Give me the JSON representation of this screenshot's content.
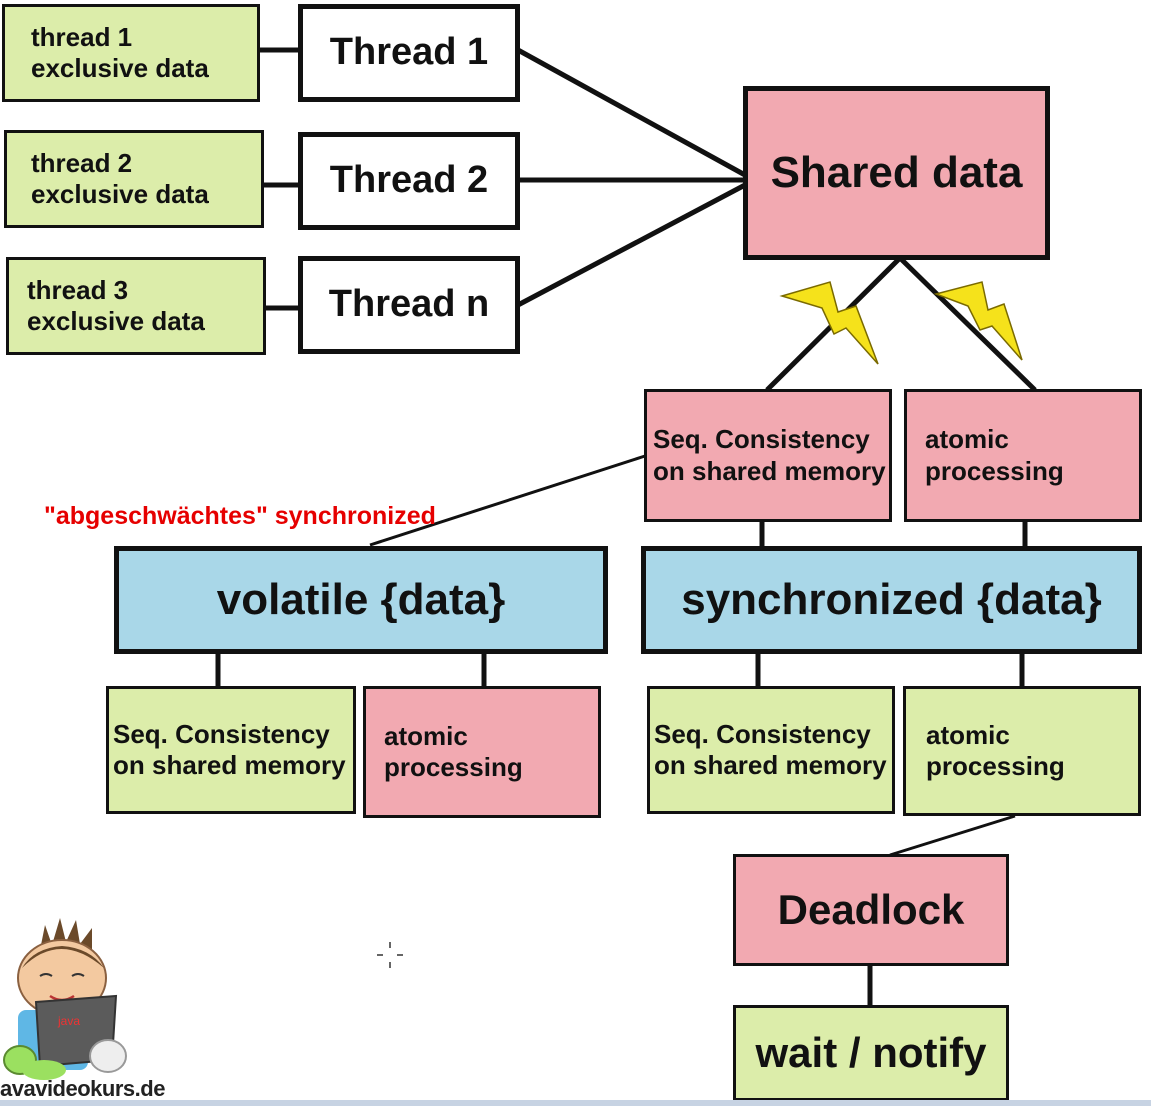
{
  "threads": [
    {
      "exclusive": "thread 1\nexclusive data",
      "name": "Thread 1"
    },
    {
      "exclusive": "thread 2\nexclusive data",
      "name": "Thread 2"
    },
    {
      "exclusive": "thread 3\nexclusive data",
      "name": "Thread n"
    }
  ],
  "shared": "Shared data",
  "seq_consistency": "Seq. Consistency\non shared memory",
  "atomic": "atomic\nprocessing",
  "volatile": "volatile {data}",
  "synchronized": "synchronized {data}",
  "annotation": "\"abgeschwächtes\" synchronized",
  "deadlock": "Deadlock",
  "wait_notify": "wait / notify",
  "logo_text": "avavideokurs.de",
  "colors": {
    "green": "#dcedaa",
    "red": "#f2a9b1",
    "blue": "#a9d7e8",
    "annotation": "#e60000",
    "lightning": "#f5e21b"
  }
}
